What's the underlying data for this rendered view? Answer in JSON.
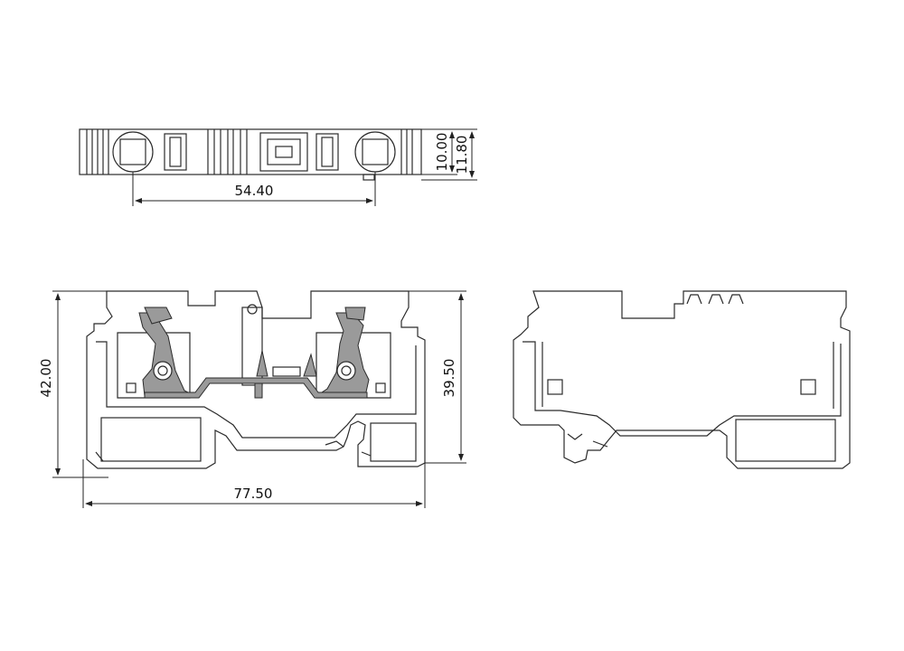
{
  "drawing": {
    "views": [
      "top-view",
      "front-view",
      "rear-view"
    ],
    "dimensions": {
      "top_width": "54.40",
      "top_height_inner": "10.00",
      "top_height_outer": "11.80",
      "overall_height": "42.00",
      "body_height": "39.50",
      "overall_width": "77.50"
    },
    "colors": {
      "line": "#2b2b2b",
      "fill": "#9a9a9a",
      "background": "#ffffff"
    }
  }
}
